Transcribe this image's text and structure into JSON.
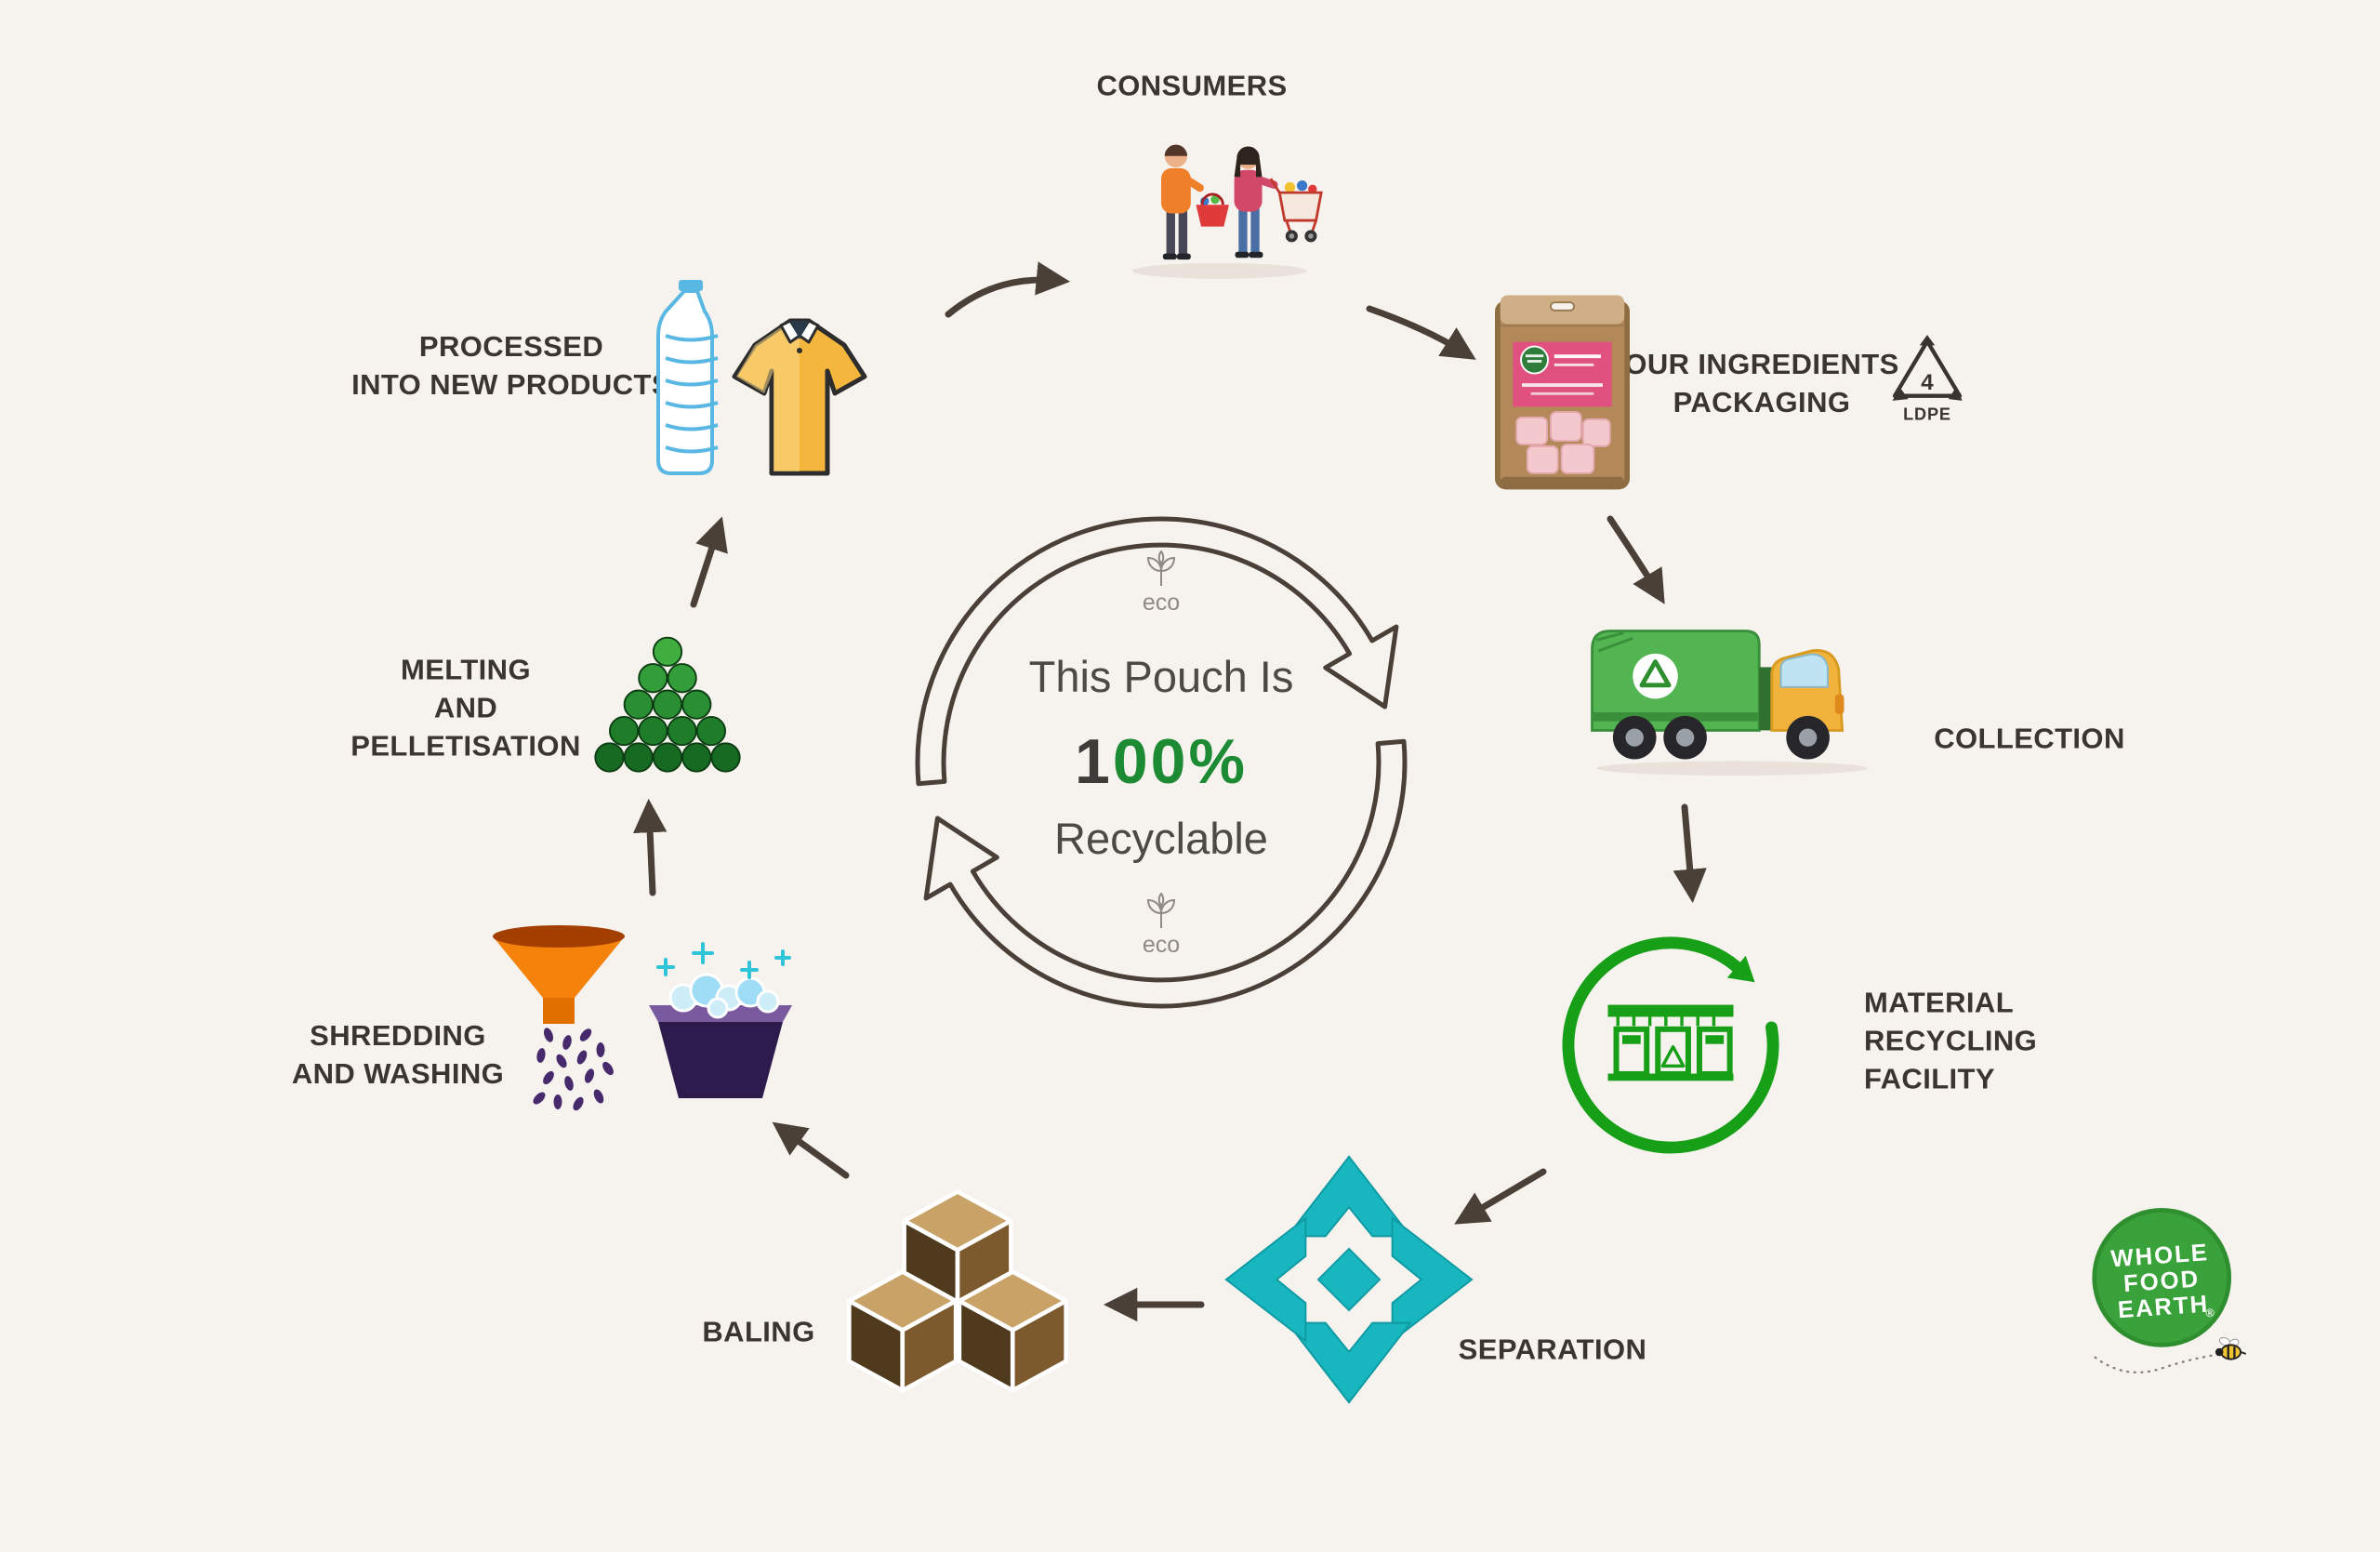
{
  "center": {
    "eco": "eco",
    "line1": "This Pouch Is",
    "pct_1": "1",
    "pct_00": "00",
    "pct_sym": "%",
    "line3": "Recyclable"
  },
  "stages": {
    "consumers": {
      "label": "CONSUMERS"
    },
    "packaging": {
      "label": "OUR INGREDIENTS\nPACKAGING",
      "resin_number": "4",
      "resin_code": "LDPE"
    },
    "collection": {
      "label": "COLLECTION"
    },
    "mrf": {
      "label": "MATERIAL\nRECYCLING\nFACILITY"
    },
    "separation": {
      "label": "SEPARATION"
    },
    "baling": {
      "label": "BALING"
    },
    "shredding": {
      "label": "SHREDDING\nAND WASHING"
    },
    "melting": {
      "label": "MELTING\nAND\nPELLETISATION"
    },
    "new_products": {
      "label": "PROCESSED\nINTO NEW PRODUCTS"
    }
  },
  "logo": {
    "line1": "WHOLE",
    "line2": "FOOD",
    "line3": "EARTH",
    "registered": "®"
  },
  "colors": {
    "background": "#f6f2ee",
    "arrow": "#4a4038",
    "label_text": "#3b3531",
    "accent_green": "#1d8a34",
    "facility_green": "#17a017",
    "separation_teal": "#18b7bf",
    "truck_green": "#53b552",
    "cab_yellow": "#f2b33d",
    "funnel_orange": "#f5820b",
    "pouch_kraft": "#b3895a",
    "logo_green": "#3aa23a"
  }
}
